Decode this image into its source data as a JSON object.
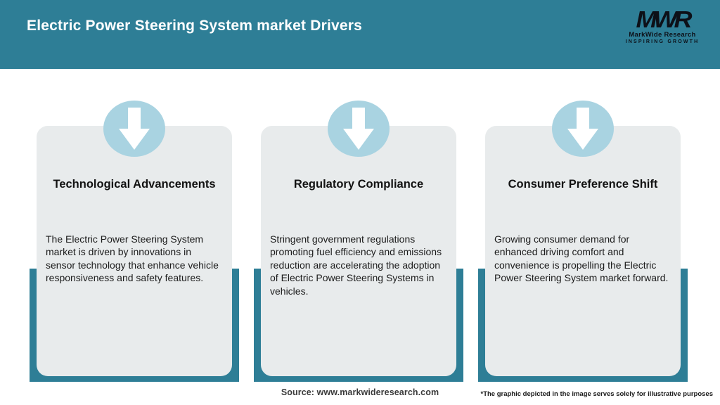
{
  "header": {
    "title": "Electric Power Steering System market Drivers",
    "logo": {
      "monogram": "MWR",
      "name": "MarkWide Research",
      "tagline": "INSPIRING GROWTH"
    }
  },
  "cards": [
    {
      "title": "Technological Advancements",
      "description": "The Electric Power Steering System market is driven by innovations in sensor technology that enhance vehicle responsiveness and safety features.",
      "icon": "arrow-down-icon"
    },
    {
      "title": "Regulatory Compliance",
      "description": "Stringent government regulations promoting fuel efficiency and emissions reduction are accelerating the adoption of Electric Power Steering Systems in vehicles.",
      "icon": "arrow-down-icon"
    },
    {
      "title": "Consumer Preference Shift",
      "description": "Growing consumer demand for enhanced driving comfort and convenience is propelling the Electric Power Steering System market forward.",
      "icon": "arrow-down-icon"
    }
  ],
  "footer": {
    "source": "Source: www.markwideresearch.com",
    "disclaimer": "*The graphic depicted in the image serves solely for illustrative purposes"
  },
  "colors": {
    "teal": "#2E7E96",
    "light_blue": "#A9D3E1",
    "card_bg": "#E8EBEC",
    "title_text": "#FFFFFF",
    "body_text": "#1C1C1C"
  }
}
